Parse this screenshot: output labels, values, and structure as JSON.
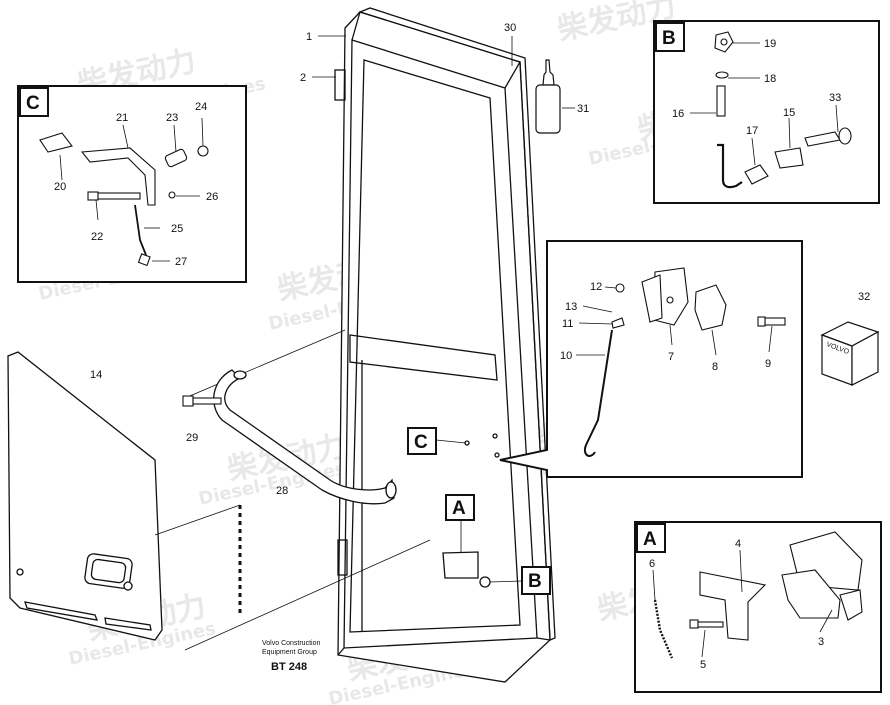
{
  "watermark": {
    "cn": "柴发动力",
    "en": "Diesel-Engines"
  },
  "footer": {
    "company_line1": "Volvo Construction",
    "company_line2": "Equipment Group",
    "code": "BT 248"
  },
  "callouts": {
    "A": "A",
    "B": "B",
    "C": "C"
  },
  "decal_text": "VOLVO",
  "parts": {
    "p1": "1",
    "p2": "2",
    "p30": "30",
    "p31": "31",
    "p14": "14",
    "p28": "28",
    "p29": "29",
    "p19": "19",
    "p18": "18",
    "p16": "16",
    "p17": "17",
    "p15": "15",
    "p33": "33",
    "p21": "21",
    "p23": "23",
    "p24": "24",
    "p20": "20",
    "p26": "26",
    "p22": "22",
    "p25": "25",
    "p27": "27",
    "p12": "12",
    "p13": "13",
    "p11": "11",
    "p10": "10",
    "p7": "7",
    "p8": "8",
    "p9": "9",
    "p32": "32",
    "p6": "6",
    "p4": "4",
    "p5": "5",
    "p3": "3"
  }
}
